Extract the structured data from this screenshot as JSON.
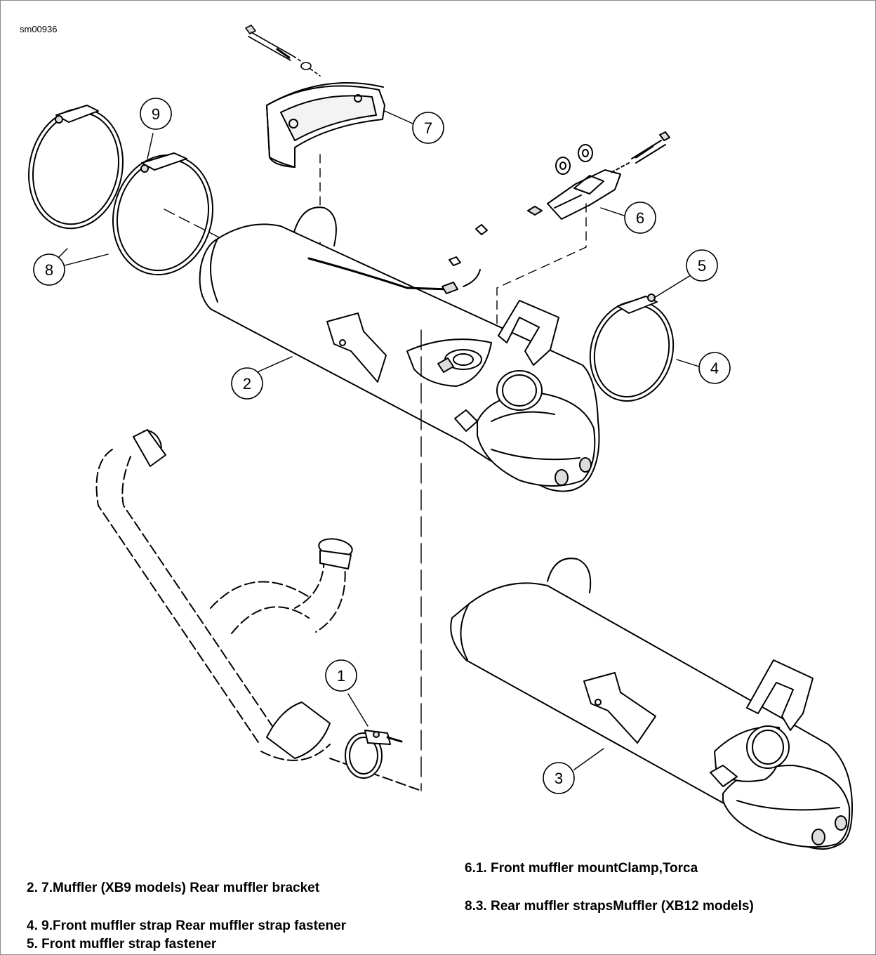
{
  "figure": {
    "code": "sm00936",
    "callouts": [
      {
        "id": "c1",
        "label": "1"
      },
      {
        "id": "c2",
        "label": "2"
      },
      {
        "id": "c3",
        "label": "3"
      },
      {
        "id": "c4",
        "label": "4"
      },
      {
        "id": "c5",
        "label": "5"
      },
      {
        "id": "c6",
        "label": "6"
      },
      {
        "id": "c7",
        "label": "7"
      },
      {
        "id": "c8",
        "label": "8"
      },
      {
        "id": "c9",
        "label": "9"
      }
    ]
  },
  "legend": [
    "2. 7.Muffler (XB9 models) Rear muffler bracket",
    "4. 9.Front muffler strap Rear muffler strap fastener",
    "5. Front muffler strap fastener",
    "6.1. Front muffler mountClamp,Torca",
    "8.3. Rear muffler strapsMuffler (XB12 models)"
  ]
}
